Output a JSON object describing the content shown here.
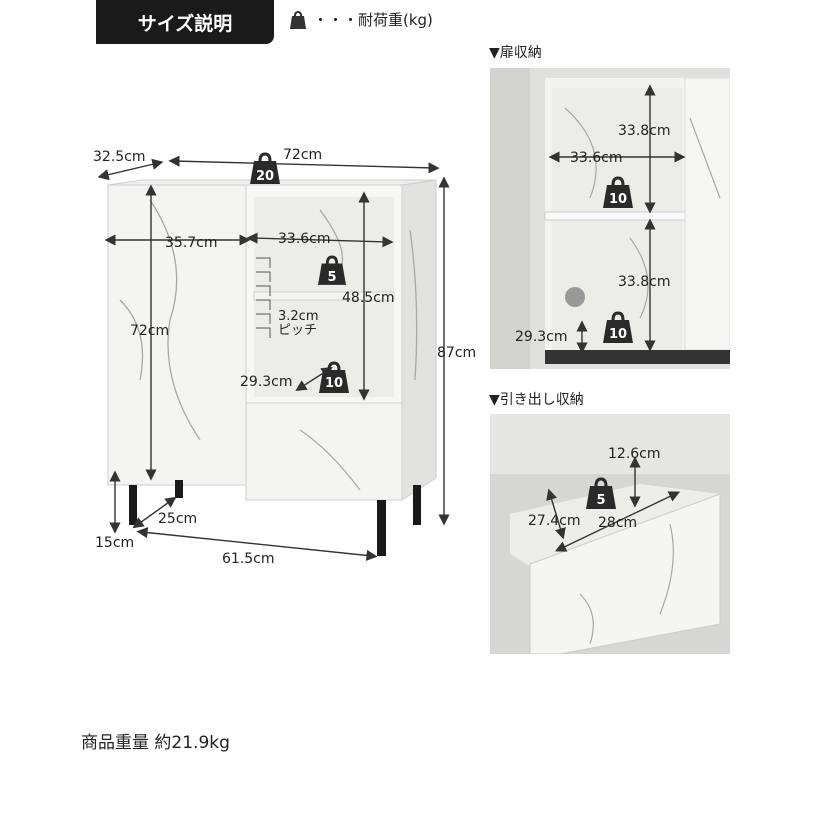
{
  "header": {
    "title": "サイズ説明",
    "legend_text": "・・・耐荷重(kg)",
    "legend_icon": "weight-icon"
  },
  "main_diagram": {
    "depth": "32.5cm",
    "width": "72cm",
    "top_load": "20",
    "door_width": "35.7cm",
    "shelf_width": "33.6cm",
    "shelf_load": "5",
    "shelf_height": "48.5cm",
    "pitch": "3.2cm",
    "pitch_label": "ピッチ",
    "door_height": "72cm",
    "total_height": "87cm",
    "bottom_depth": "29.3cm",
    "bottom_load": "10",
    "leg_depth": "25cm",
    "leg_height": "15cm",
    "leg_width": "61.5cm"
  },
  "door_storage": {
    "label": "▼扉収納",
    "upper_height": "33.8cm",
    "upper_width": "33.6cm",
    "upper_load": "10",
    "lower_height": "33.8cm",
    "lower_depth": "29.3cm",
    "lower_load": "10"
  },
  "drawer_storage": {
    "label": "▼引き出し収納",
    "height": "12.6cm",
    "load": "5",
    "depth": "27.4cm",
    "width": "28cm"
  },
  "footer": {
    "product_weight": "商品重量 約21.9kg"
  },
  "colors": {
    "dark": "#1a1a1a",
    "marble": "#f4f4f2",
    "vein": "#9a9a9a"
  }
}
